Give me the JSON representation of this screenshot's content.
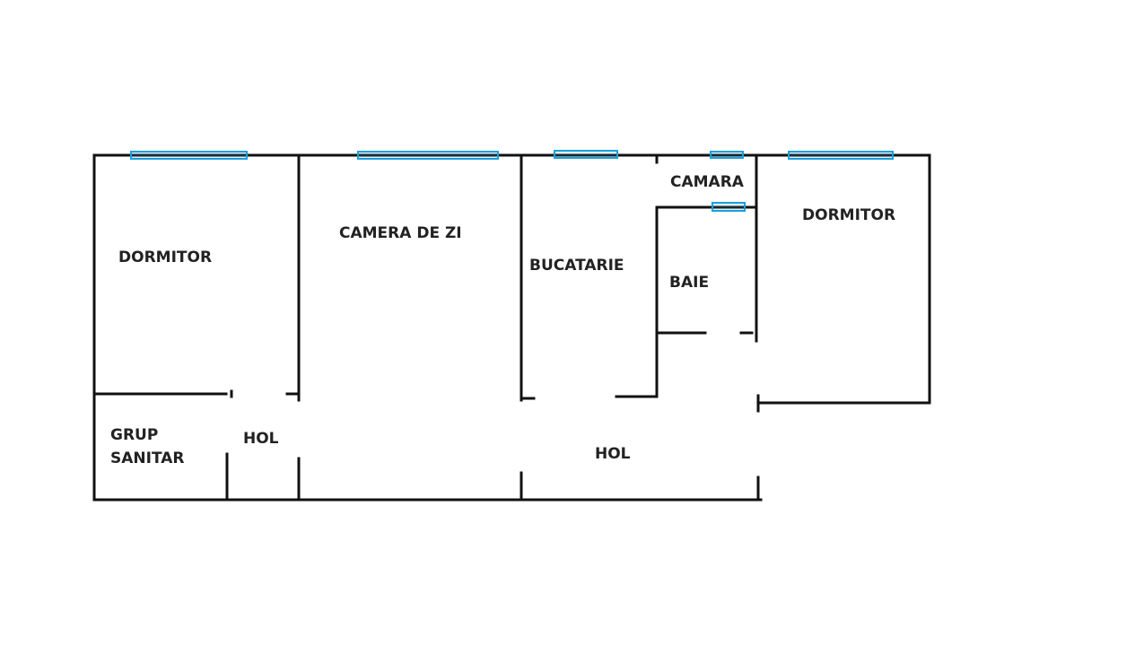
{
  "rooms": {
    "dormitor_left": "DORMITOR",
    "camera_de_zi": "CAMERA DE ZI",
    "bucatarie": "BUCATARIE",
    "camara": "CAMARA",
    "baie": "BAIE",
    "dormitor_right": "DORMITOR",
    "grup_sanitar_line1": "GRUP",
    "grup_sanitar_line2": "SANITAR",
    "hol_small": "HOL",
    "hol_main": "HOL"
  },
  "colors": {
    "wall": "#111111",
    "window": "#1aa0dc",
    "background": "#ffffff",
    "text": "#222222"
  }
}
